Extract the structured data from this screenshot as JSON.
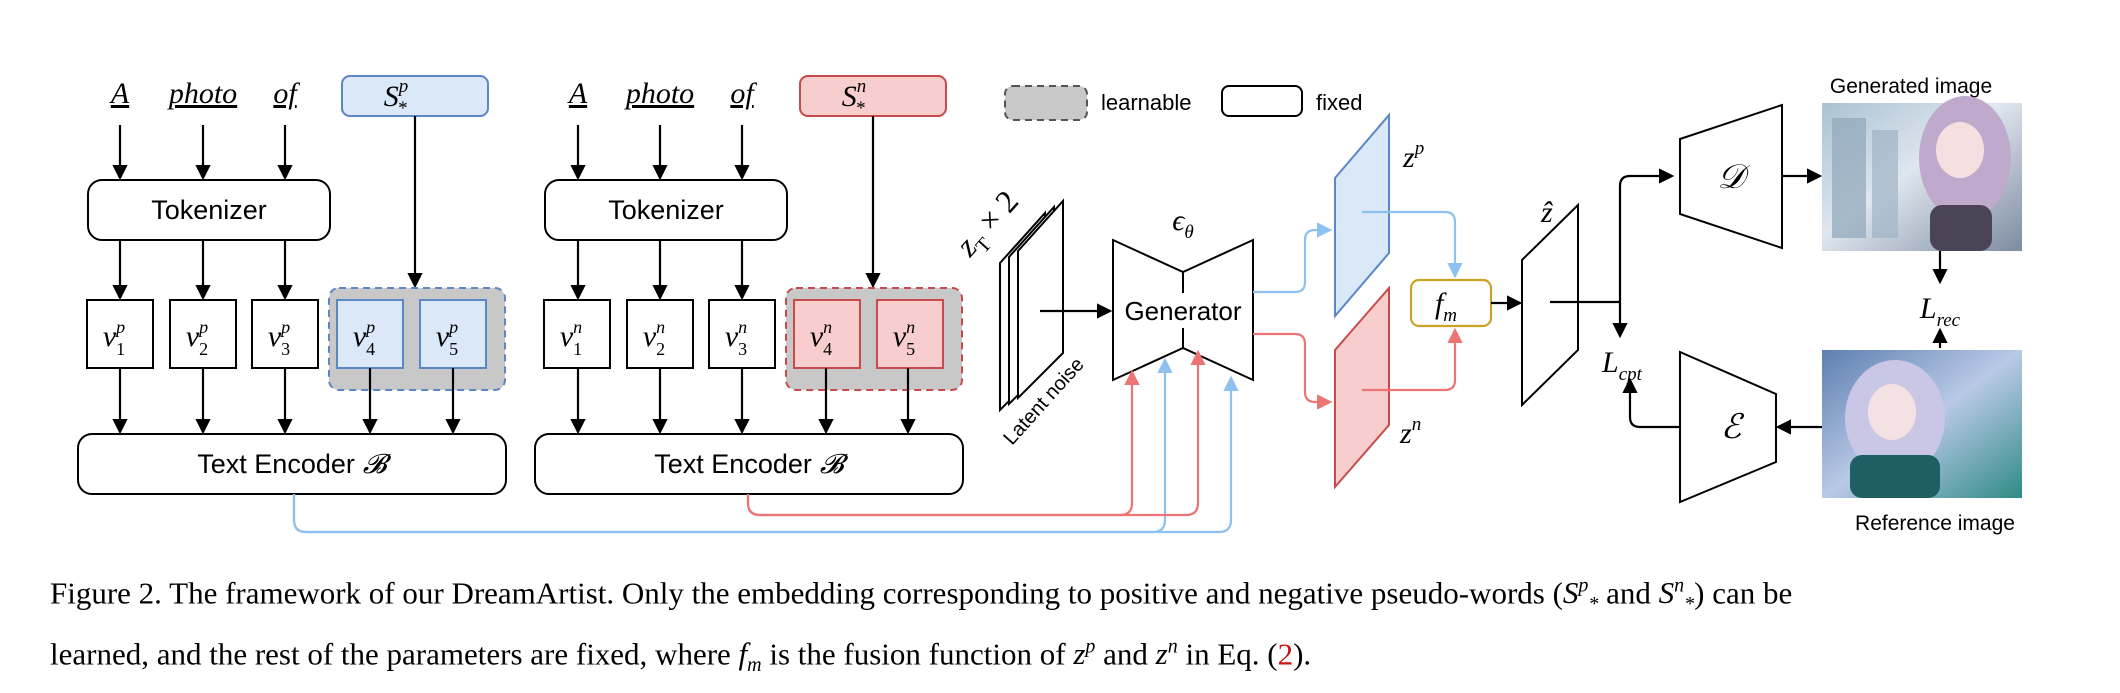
{
  "prompt_positive": {
    "words": [
      "A",
      "photo",
      "of"
    ],
    "pseudo_word": "S",
    "pseudo_sup": "p",
    "pseudo_sub": "*"
  },
  "prompt_negative": {
    "words": [
      "A",
      "photo",
      "of"
    ],
    "pseudo_word": "S",
    "pseudo_sup": "n",
    "pseudo_sub": "*"
  },
  "legend": {
    "learnable_label": "learnable",
    "fixed_label": "fixed"
  },
  "tokenizer_label": "Tokenizer",
  "positive_vectors": [
    {
      "base": "v",
      "sup": "p",
      "sub": "1"
    },
    {
      "base": "v",
      "sup": "p",
      "sub": "2"
    },
    {
      "base": "v",
      "sup": "p",
      "sub": "3"
    },
    {
      "base": "v",
      "sup": "p",
      "sub": "4"
    },
    {
      "base": "v",
      "sup": "p",
      "sub": "5"
    }
  ],
  "negative_vectors": [
    {
      "base": "v",
      "sup": "n",
      "sub": "1"
    },
    {
      "base": "v",
      "sup": "n",
      "sub": "2"
    },
    {
      "base": "v",
      "sup": "n",
      "sub": "3"
    },
    {
      "base": "v",
      "sup": "n",
      "sub": "4"
    },
    {
      "base": "v",
      "sup": "n",
      "sub": "5"
    }
  ],
  "text_encoder_label": "Text Encoder",
  "text_encoder_symbol": "𝓑",
  "latent": {
    "label": "Latent noise",
    "z": "z",
    "z_sub": "T",
    "times": "× 2"
  },
  "generator": {
    "label": "Generator",
    "eps": "ϵ",
    "eps_sub": "θ"
  },
  "z_positive": {
    "base": "z",
    "sup": "p"
  },
  "z_negative": {
    "base": "z",
    "sup": "n"
  },
  "fusion": {
    "base": "f",
    "sub": "m"
  },
  "z_hat": "ẑ",
  "decoder_symbol": "𝒟",
  "encoder_symbol": "ℰ",
  "loss_cpt": {
    "base": "L",
    "sub": "cpt"
  },
  "loss_rec": {
    "base": "L",
    "sub": "rec"
  },
  "generated_image_label": "Generated image",
  "reference_image_label": "Reference image",
  "colors": {
    "blue_fill": "#dbe8f8",
    "blue_stroke": "#5b87c5",
    "red_fill": "#f7cdcd",
    "red_stroke": "#c84b4b",
    "learnable_fill": "#c8c8c8",
    "blue_arrow": "#8ec0f0",
    "red_arrow": "#ec7474",
    "fusion_stroke": "#c9a227"
  },
  "caption": {
    "fig_label": "Figure 2.",
    "text1": " The framework of our DreamArtist. Only the embedding corresponding to positive and negative pseudo-words (",
    "sp": "S",
    "sp_sup": "p",
    "sp_sub": "*",
    "and1": " and ",
    "sn": "S",
    "sn_sup": "n",
    "sn_sub": "*",
    "text2": ") can be",
    "line2a": "learned, and the rest of the parameters are fixed, where ",
    "fm": "f",
    "fm_sub": "m",
    "line2b": " is the fusion function of ",
    "zp": "z",
    "zp_sup": "p",
    "and2": " and ",
    "zn": "z",
    "zn_sup": "n",
    "line2c": " in Eq. (",
    "eqref": "2",
    "line2d": ")."
  }
}
